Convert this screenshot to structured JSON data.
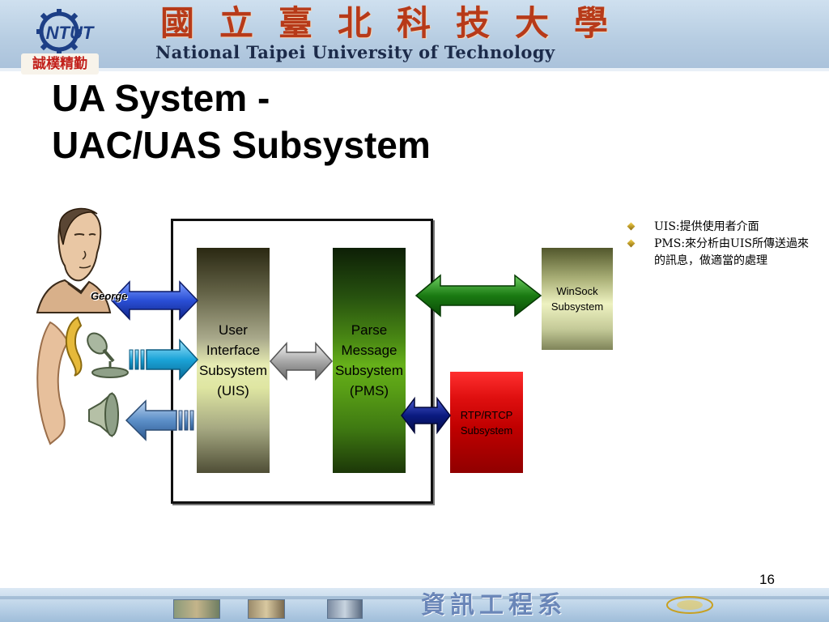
{
  "header": {
    "university_cn": "國立臺北科技大學",
    "university_en": "National Taipei University of Technology",
    "logo_text": "NTUT",
    "motto": "誠樸精勤"
  },
  "title": {
    "line1": "UA System -",
    "line2": "UAC/UAS Subsystem"
  },
  "diagram": {
    "actor_label": "George",
    "uis": {
      "line1": "User",
      "line2": "Interface",
      "line3": "Subsystem",
      "line4": "(UIS)"
    },
    "pms": {
      "line1": "Parse",
      "line2": "Message",
      "line3": "Subsystem",
      "line4": "(PMS)"
    },
    "winsock": {
      "line1": "WinSock",
      "line2": "Subsystem"
    },
    "rtp": {
      "line1": "RTP/RTCP",
      "line2": "Subsystem"
    }
  },
  "bullets": [
    "UIS:提供使用者介面",
    "PMS:來分析由UIS所傳送過來的訊息，做適當的處理"
  ],
  "footer": {
    "department": "資訊工程系",
    "page_number": "16"
  },
  "colors": {
    "title": "#000000",
    "pms_green": "#4c8c14",
    "rtp_red": "#c00000",
    "winsock_arrow": "#1a7a12",
    "rtp_arrow": "#0a1a80",
    "george_arrow": "#2a4fd6",
    "input_arrow": "#1ba4d8",
    "output_arrow": "#5c8fc8",
    "uis_pms_arrow": "#a0a0a0"
  }
}
